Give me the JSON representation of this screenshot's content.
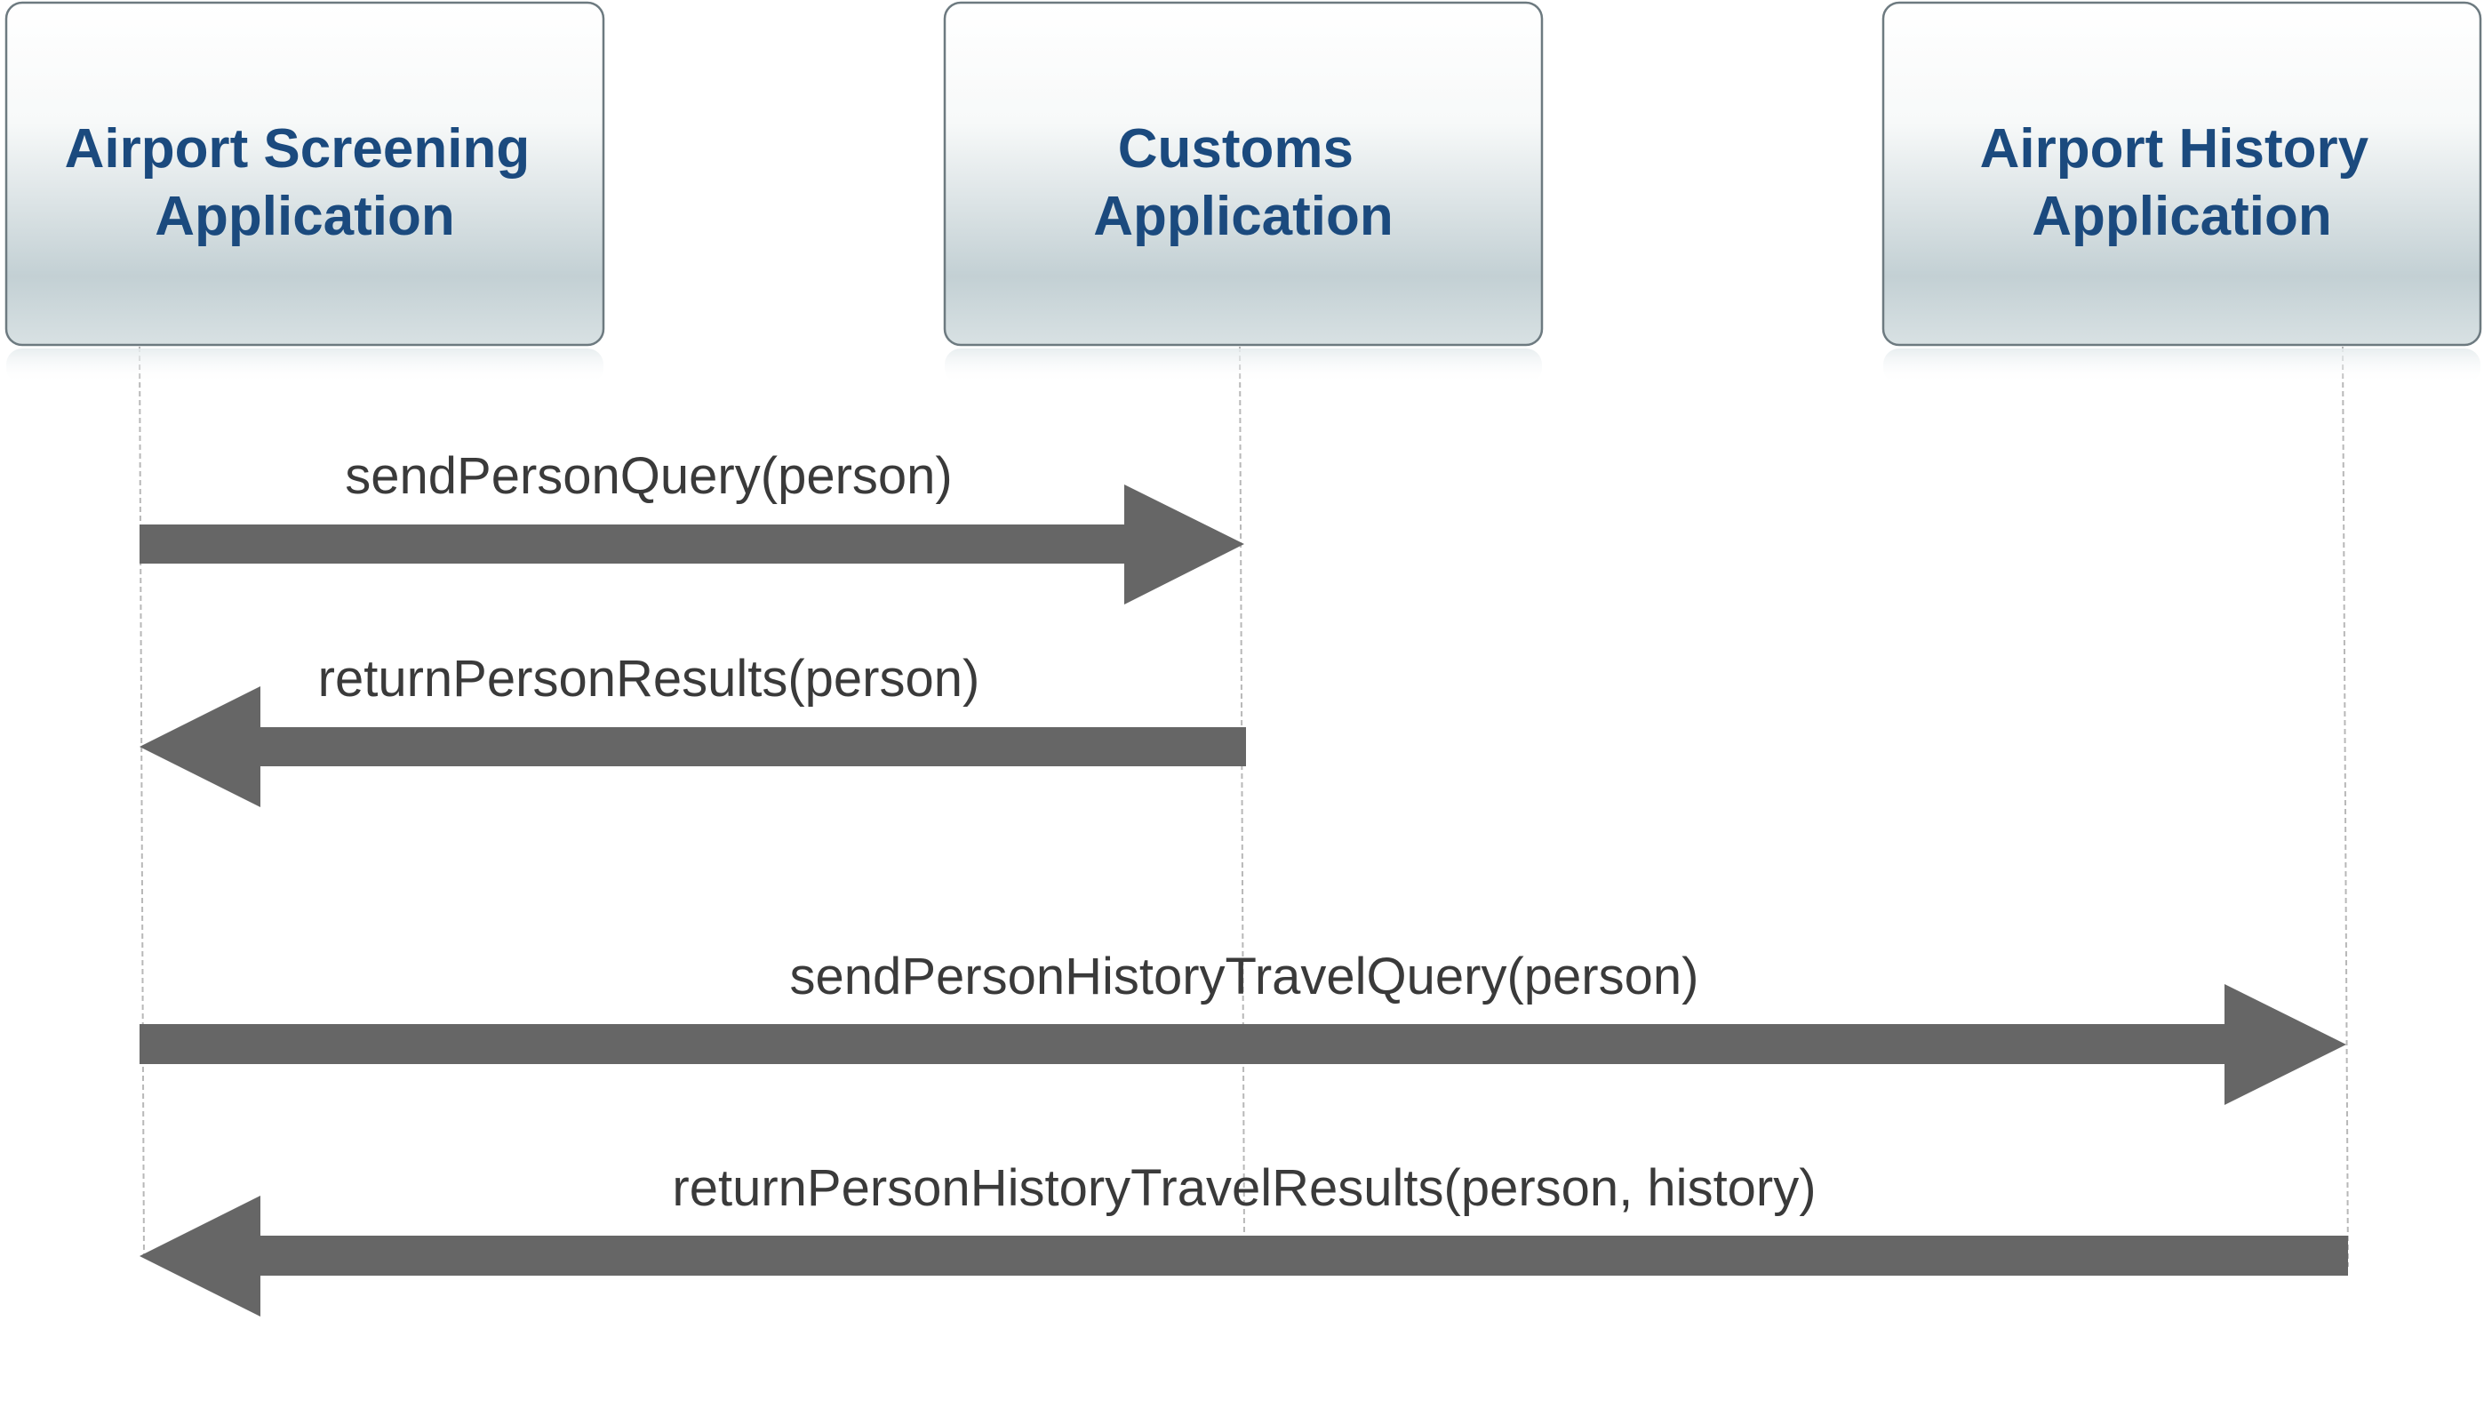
{
  "colors": {
    "actor_text": "#1b4a7e",
    "actor_box_top": "#ffffff",
    "actor_box_bottom": "#c3d0d4",
    "actor_border": "#6d7a80",
    "arrow": "#666666",
    "lifeline": "#b8b8b8",
    "message_text": "#3a3a3a"
  },
  "actors": [
    {
      "id": "screening",
      "line1": "Airport Screening",
      "line2": "Application"
    },
    {
      "id": "customs",
      "line1": "Customs",
      "line2": "Application"
    },
    {
      "id": "history",
      "line1": "Airport History",
      "line2": "Application"
    }
  ],
  "messages": [
    {
      "id": "m1",
      "label": "sendPersonQuery(person)",
      "from": "screening",
      "to": "customs"
    },
    {
      "id": "m2",
      "label": "returnPersonResults(person)",
      "from": "customs",
      "to": "screening"
    },
    {
      "id": "m3",
      "label": "sendPersonHistoryTravelQuery(person)",
      "from": "screening",
      "to": "history"
    },
    {
      "id": "m4",
      "label": "returnPersonHistoryTravelResults(person, history)",
      "from": "history",
      "to": "screening"
    }
  ]
}
